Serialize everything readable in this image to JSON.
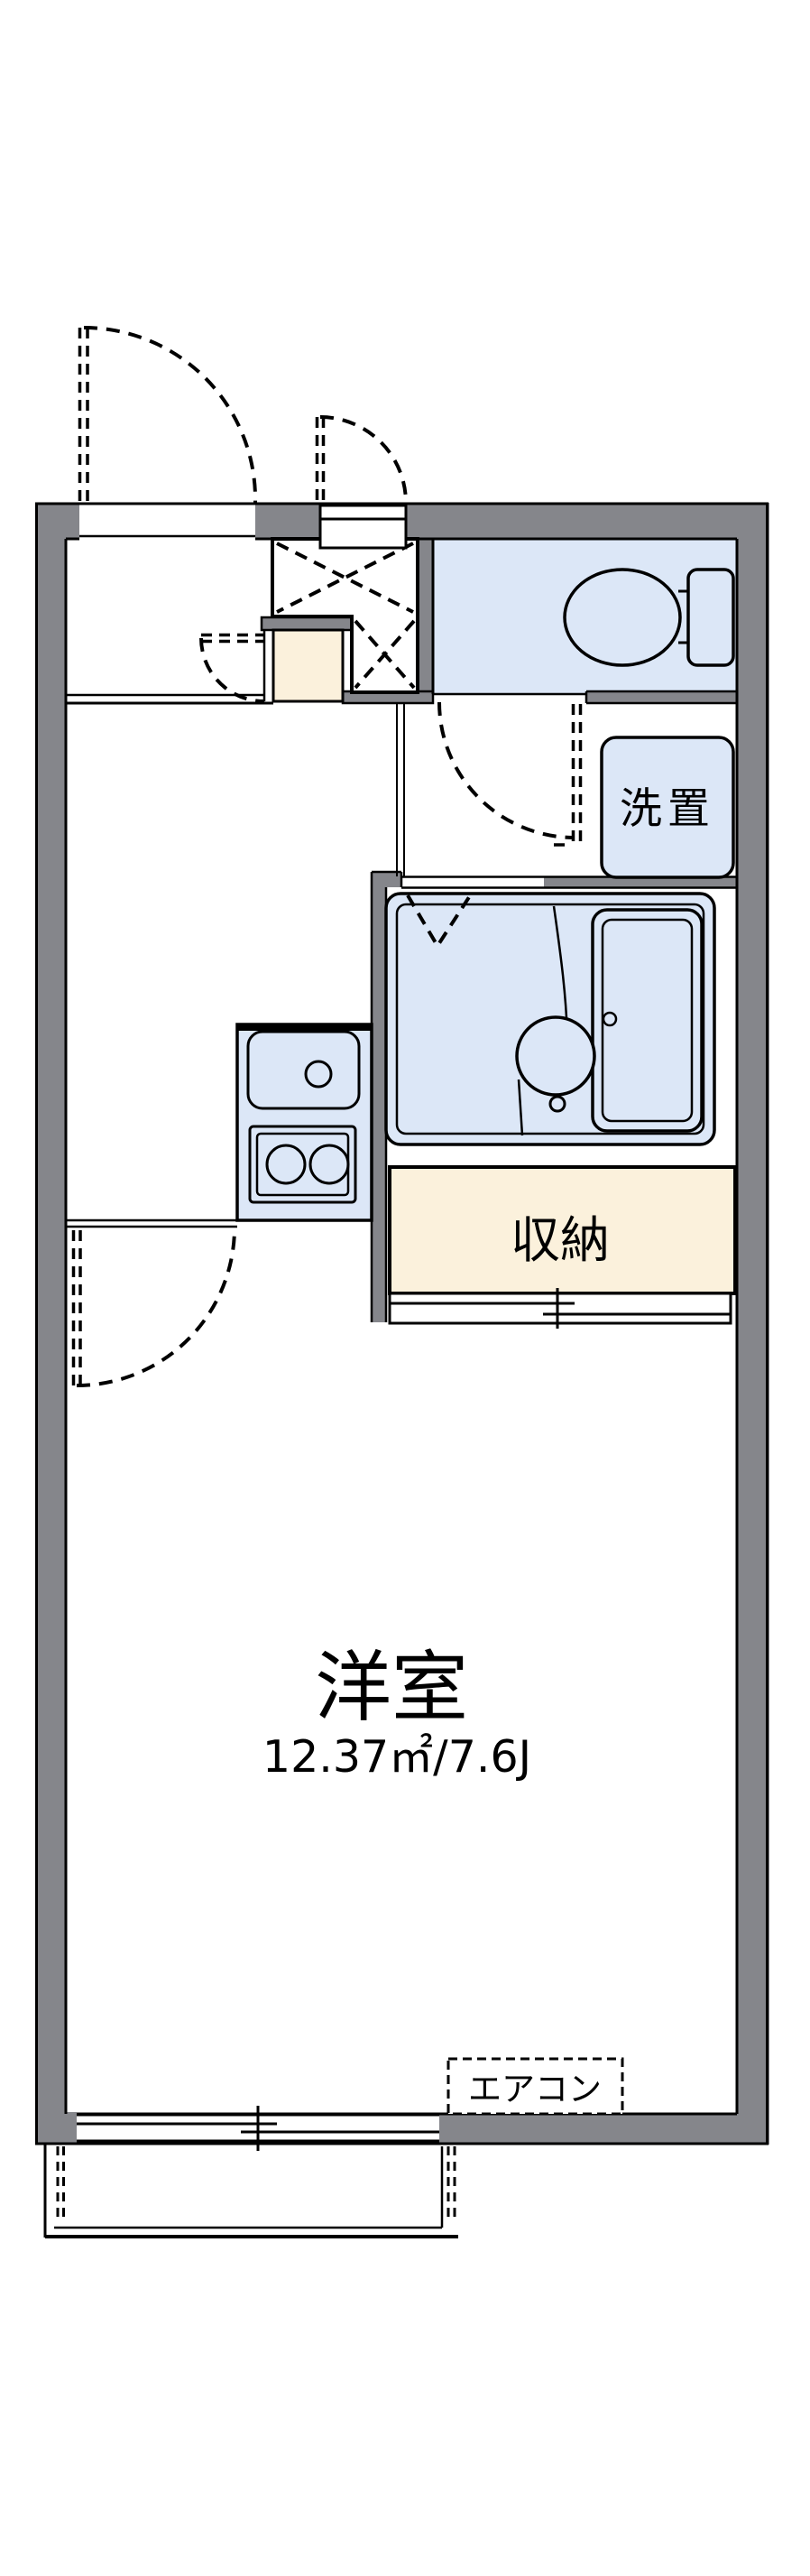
{
  "colors": {
    "wall": "#85868b",
    "water": "#dce7f7",
    "cream": "#fbf1dc",
    "line": "#000000",
    "bg": "#ffffff"
  },
  "labels": {
    "washer": "洗置",
    "storage": "収納",
    "room_name": "洋室",
    "room_area": "12.37㎡/7.6J",
    "aircon": "エアコン"
  }
}
